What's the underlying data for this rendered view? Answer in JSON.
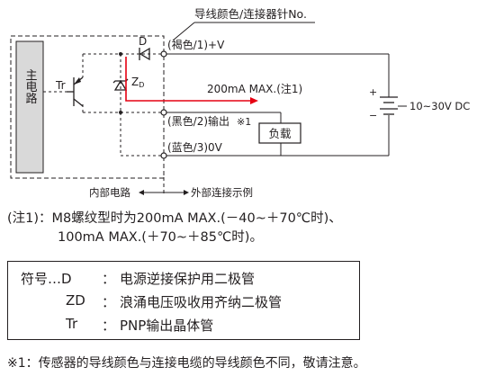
{
  "diagram": {
    "header_label": "导线颜色/连接器针No.",
    "main_circuit_label": "主电路",
    "tr_label": "Tr",
    "d_label": "D",
    "zd_label_main": "Z",
    "zd_label_sub": "D",
    "brown_wire_label": "(褐色/1)+V",
    "black_wire_label": "(黑色/2)输出",
    "black_wire_note": "※1",
    "blue_wire_label": "(蓝色/3)0V",
    "current_label": "200mA MAX.(注1)",
    "load_label": "负载",
    "supply_label": "10~30V DC",
    "plus_sign": "+",
    "minus_sign": "−",
    "internal_label": "内部电路",
    "external_label": "外部连接示例",
    "colors": {
      "line": "#231f20",
      "current_arrow": "#e60012",
      "panel_fill": "#d9d9d9"
    }
  },
  "note1": {
    "prefix": "(注1)：",
    "line1": "M8螺纹型时为200mA MAX.(－40~＋70℃时)、",
    "line2": "100mA MAX.(＋70~＋85℃时)。"
  },
  "legend": {
    "rows": [
      {
        "symbol": "符号…D",
        "sep": "：",
        "desc": "电源逆接保护用二极管"
      },
      {
        "symbol": "ZD",
        "sep": "：",
        "desc": "浪涌电压吸收用齐纳二极管"
      },
      {
        "symbol": "Tr",
        "sep": "：",
        "desc": "PNP输出晶体管"
      }
    ]
  },
  "footnote": "※1：传感器的导线颜色与连接电缆的导线颜色不同，敬请注意。"
}
